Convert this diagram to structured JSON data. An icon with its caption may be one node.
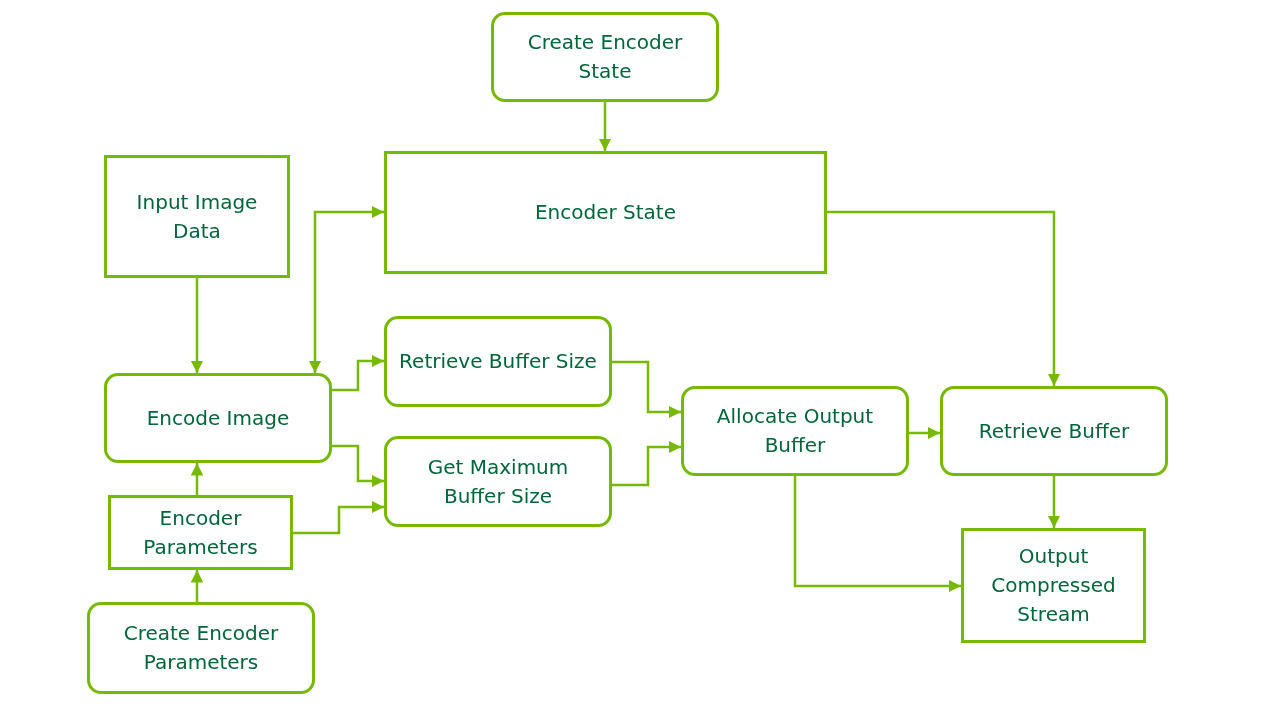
{
  "diagram": {
    "nodes": [
      {
        "text": [
          "Create Encoder State"
        ]
      },
      {
        "text": [
          "Input Image Data"
        ]
      },
      {
        "text": [
          "Encoder State"
        ]
      },
      {
        "text": [
          "Encode Image"
        ]
      },
      {
        "text": [
          "Retrieve Buffer Size"
        ]
      },
      {
        "text": [
          "Allocate Output Buffer"
        ]
      },
      {
        "text": [
          "Retrieve Buffer"
        ]
      },
      {
        "text": [
          "Get Maximum Buffer Size"
        ]
      },
      {
        "text": [
          "Encoder Parameters"
        ]
      },
      {
        "text": [
          "Output Compressed Stream"
        ]
      },
      {
        "text": [
          "Create Encoder Parameters"
        ]
      }
    ],
    "edges": [
      {
        "from": 0,
        "to": 2,
        "arrow": "to"
      },
      {
        "from": 1,
        "to": 3,
        "arrow": "to"
      },
      {
        "from": 3,
        "to": 2,
        "arrow": "both"
      },
      {
        "from": 3,
        "to": 4,
        "arrow": "to"
      },
      {
        "from": 3,
        "to": 7,
        "arrow": "to"
      },
      {
        "from": 8,
        "to": 3,
        "arrow": "to"
      },
      {
        "from": 10,
        "to": 8,
        "arrow": "to"
      },
      {
        "from": 8,
        "to": 7,
        "arrow": "to"
      },
      {
        "from": 4,
        "to": 5,
        "arrow": "to"
      },
      {
        "from": 7,
        "to": 5,
        "arrow": "to"
      },
      {
        "from": 5,
        "to": 6,
        "arrow": "to"
      },
      {
        "from": 2,
        "to": 6,
        "arrow": "to"
      },
      {
        "from": 6,
        "to": 9,
        "arrow": "to"
      },
      {
        "from": 5,
        "to": 9,
        "arrow": "to"
      }
    ]
  }
}
